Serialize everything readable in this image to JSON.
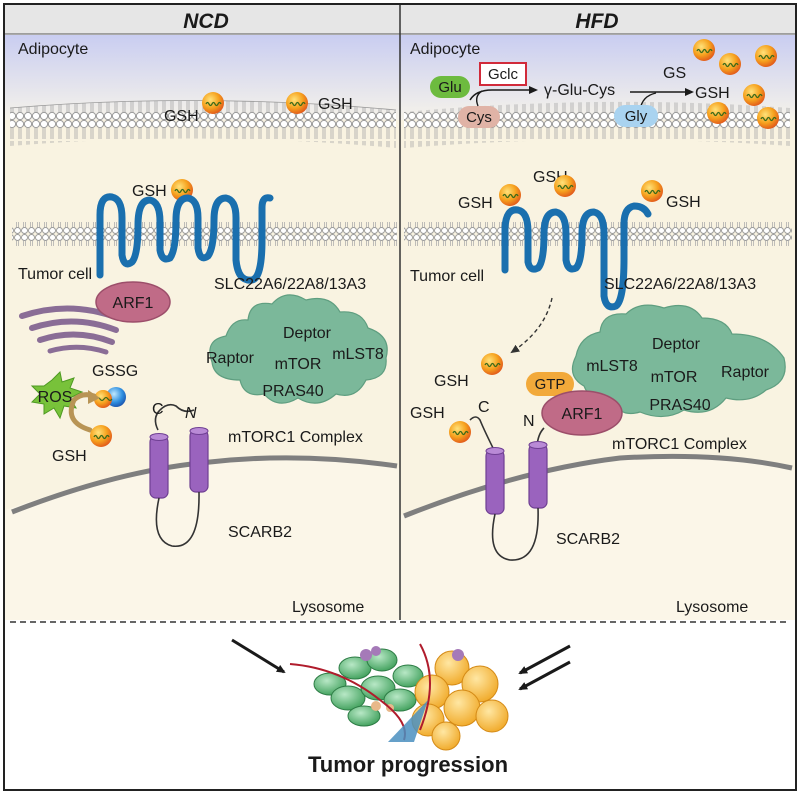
{
  "panels": {
    "ncd": {
      "header": "NCD",
      "adipocyte": "Adipocyte",
      "gsh_a": "GSH",
      "gsh_b": "GSH",
      "gsh_c": "GSH",
      "tumor_cell": "Tumor cell",
      "transporter": "SLC22A6/22A8/13A3",
      "arf1": "ARF1",
      "ros": "ROS",
      "gssg": "GSSG",
      "gsh_d": "GSH",
      "raptor": "Raptor",
      "deptor": "Deptor",
      "mlst8": "mLST8",
      "mtor": "mTOR",
      "pras40": "PRAS40",
      "complex": "mTORC1 Complex",
      "c_term": "C",
      "n_term": "N",
      "scarb2": "SCARB2",
      "lysosome": "Lysosome"
    },
    "hfd": {
      "header": "HFD",
      "adipocyte": "Adipocyte",
      "glu": "Glu",
      "gclc": "Gclc",
      "cys": "Cys",
      "glu_cys": "γ-Glu-Cys",
      "gs": "GS",
      "gsh_product": "GSH",
      "gly": "Gly",
      "gsh_a": "GSH",
      "gsh_b": "GSH",
      "gsh_c": "GSH",
      "tumor_cell": "Tumor cell",
      "transporter": "SLC22A6/22A8/13A3",
      "gsh_d": "GSH",
      "gsh_e": "GSH",
      "gtp": "GTP",
      "arf1": "ARF1",
      "mlst8": "mLST8",
      "deptor": "Deptor",
      "mtor": "mTOR",
      "raptor": "Raptor",
      "pras40": "PRAS40",
      "complex": "mTORC1 Complex",
      "c_term": "C",
      "n_term": "N",
      "scarb2": "SCARB2",
      "lysosome": "Lysosome"
    }
  },
  "outcome": "Tumor progression",
  "colors": {
    "receptor": "#1a6fae",
    "arf1": "#c06b87",
    "mtorc1": "#7bb89a",
    "scarb2": "#9a63be",
    "ros": "#78c23a",
    "golgi": "#8a6d96",
    "adipocyte_top": "#d5d8f3",
    "cytoplasm": "#faf5e4",
    "gclc_box": "#d12a3a"
  }
}
